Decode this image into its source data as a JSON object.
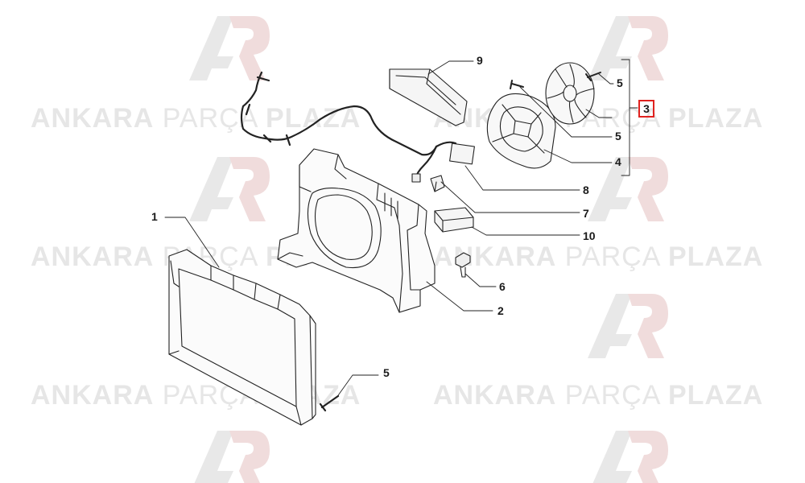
{
  "watermark": {
    "brand_bold": "ANKARA",
    "brand_light": "PARÇA",
    "brand_bold2": "PLAZA",
    "logo_color": "#d9d9d9",
    "logo_accent": "#f3d0d0"
  },
  "callouts": {
    "c1": "1",
    "c2": "2",
    "c3": "3",
    "c4": "4",
    "c5a": "5",
    "c5b": "5",
    "c5c": "5",
    "c6": "6",
    "c7": "7",
    "c8": "8",
    "c9": "9",
    "c10": "10"
  },
  "highlight_color": "#e0221f"
}
